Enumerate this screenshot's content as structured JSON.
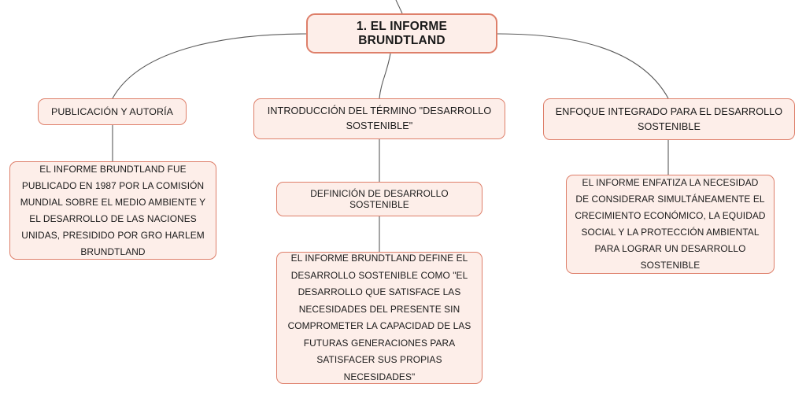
{
  "diagram": {
    "type": "mind-map",
    "language": "es",
    "title": "1. EL INFORME BRUNDTLAND",
    "colors": {
      "node_fill": "#fdeee9",
      "node_border": "#de7f6a",
      "connector": "#5a5a5a",
      "text": "#1a1a1a",
      "background": "#ffffff"
    },
    "root": {
      "id": "root",
      "label": "1. EL INFORME BRUNDTLAND"
    },
    "branches": [
      {
        "id": "branch-publicacion",
        "header": "PUBLICACIÓN Y AUTORÍA",
        "nodes": [
          {
            "id": "publicacion-detalle",
            "label": "EL INFORME BRUNDTLAND FUE PUBLICADO EN 1987 POR LA COMISIÓN MUNDIAL SOBRE EL MEDIO AMBIENTE Y EL DESARROLLO DE LAS NACIONES UNIDAS, PRESIDIDO POR GRO HARLEM BRUNDTLAND"
          }
        ]
      },
      {
        "id": "branch-introduccion",
        "header": "INTRODUCCIÓN DEL TÉRMINO \"DESARROLLO SOSTENIBLE\"",
        "nodes": [
          {
            "id": "definicion-titulo",
            "label": "DEFINICIÓN DE DESARROLLO SOSTENIBLE"
          },
          {
            "id": "definicion-detalle",
            "label": "EL INFORME BRUNDTLAND DEFINE EL DESARROLLO SOSTENIBLE COMO \"EL DESARROLLO QUE SATISFACE LAS NECESIDADES DEL PRESENTE SIN COMPROMETER LA CAPACIDAD DE LAS FUTURAS GENERACIONES PARA SATISFACER SUS PROPIAS NECESIDADES\""
          }
        ]
      },
      {
        "id": "branch-enfoque",
        "header": "ENFOQUE INTEGRADO PARA EL DESARROLLO SOSTENIBLE",
        "nodes": [
          {
            "id": "enfoque-detalle",
            "label": "EL INFORME ENFATIZA LA NECESIDAD DE CONSIDERAR SIMULTÁNEAMENTE EL CRECIMIENTO ECONÓMICO, LA EQUIDAD SOCIAL Y LA PROTECCIÓN AMBIENTAL PARA LOGRAR UN DESARROLLO SOSTENIBLE"
          }
        ]
      }
    ]
  }
}
